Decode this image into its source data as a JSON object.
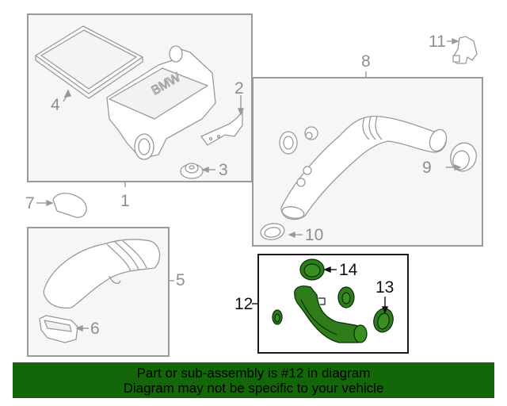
{
  "diagram": {
    "highlight_color": "#2e7d1a",
    "line_color": "#9a9a9a",
    "groups": [
      {
        "id": "1",
        "label": "1",
        "parts": [
          "2",
          "3",
          "4"
        ],
        "highlighted": false
      },
      {
        "id": "5",
        "label": "5",
        "parts": [
          "6"
        ],
        "highlighted": false
      },
      {
        "id": "8",
        "label": "8",
        "parts": [
          "9",
          "10"
        ],
        "highlighted": false
      },
      {
        "id": "12",
        "label": "12",
        "parts": [
          "13",
          "14"
        ],
        "highlighted": true
      }
    ],
    "callouts": {
      "c1": "1",
      "c2": "2",
      "c3": "3",
      "c4": "4",
      "c5": "5",
      "c6": "6",
      "c7": "7",
      "c8": "8",
      "c9": "9",
      "c10": "10",
      "c11": "11",
      "c12": "12",
      "c13": "13",
      "c14": "14"
    },
    "airbox_logo": "BMW"
  },
  "banner": {
    "line1": "Part or sub-assembly is #12 in diagram",
    "line2": "Diagram may not be specific to your vehicle",
    "background": "#136708"
  }
}
